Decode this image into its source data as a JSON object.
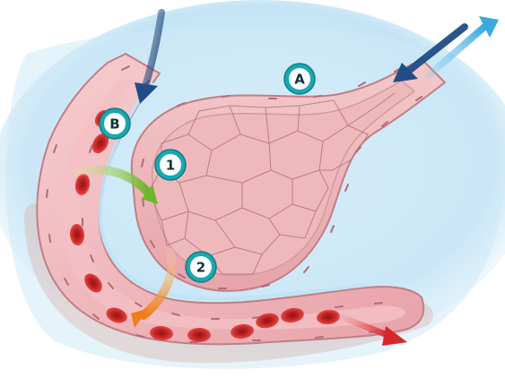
{
  "labels": {
    "A": "A",
    "B": "B",
    "step1": "1",
    "step2": "2"
  },
  "colors": {
    "background_blue": "#cfe9f7",
    "tissue_pink": "#efb9bc",
    "tissue_outline": "#c07f86",
    "cell_lines": "#a86a72",
    "red_blood_cell": "#c42424",
    "badge_teal": "#1aa7b1",
    "arrow_dark_blue": "#1f4d86",
    "arrow_light_blue": "#6cc4ea",
    "arrow_green": "#8cc63f",
    "arrow_orange": "#f18f24",
    "arrow_red": "#d8262b"
  }
}
